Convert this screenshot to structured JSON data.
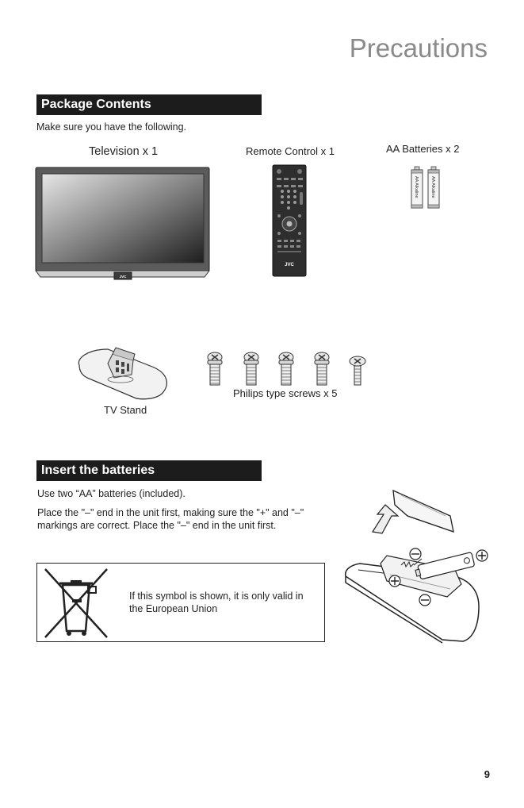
{
  "page": {
    "title": "Precautions",
    "page_number": "9"
  },
  "package_contents": {
    "heading": "Package Contents",
    "intro": "Make sure you have the following.",
    "items": [
      {
        "label": "Television x 1"
      },
      {
        "label": "Remote Control x 1"
      },
      {
        "label": "AA  Batteries x 2"
      },
      {
        "label": "TV Stand"
      },
      {
        "label": "Philips type screws x 5"
      }
    ],
    "tv_logo": "JVC",
    "remote_logo": "JVC",
    "battery_text": "AA Alkaline"
  },
  "insert_batteries": {
    "heading": "Insert the batteries",
    "line1": "Use two “AA” batteries (included).",
    "line2": "Place the \"–\" end in the unit first, making sure the \"+\" and \"–\" markings are correct.  Place the \"–\" end in the unit first."
  },
  "weee_notice": {
    "text": "If this symbol is shown, it is only valid in the European Union"
  }
}
